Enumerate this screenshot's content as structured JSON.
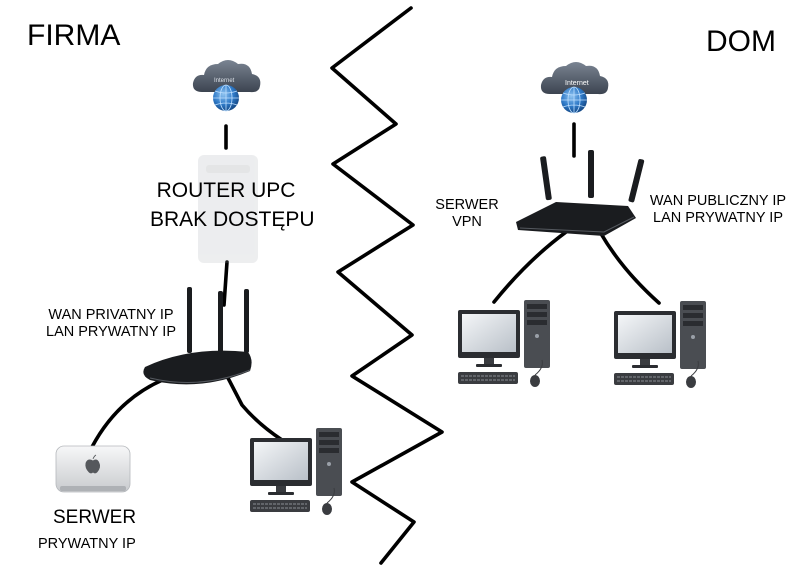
{
  "colors": {
    "line": "#000000",
    "cloud": "#5a6472",
    "globe": "#2f7ac8",
    "router_body": "#1a1c1f",
    "monitor_screen": "#d9dde2",
    "tower": "#4a4d52",
    "mac_body": "#e4e5e7"
  },
  "left": {
    "title": "FIRMA",
    "cloud_text": "Internet",
    "router_upc_line1": "ROUTER UPC",
    "router_upc_line2": "BRAK DOSTĘPU",
    "router_line1": "WAN PRIVATNY IP",
    "router_line2": "LAN PRYWATNY IP",
    "server_label": "SERWER",
    "server_sub": "PRYWATNY IP"
  },
  "right": {
    "title": "DOM",
    "cloud_text": "Internet",
    "vpn_line1": "SERWER",
    "vpn_line2": "VPN",
    "router_line1": "WAN PUBLICZNY IP",
    "router_line2": "LAN PRYWATNY IP"
  },
  "icons": {
    "cloud": "cloud-globe-icon",
    "router": "wifi-router-icon",
    "modem": "cable-modem-icon",
    "mac_mini": "mac-mini-icon",
    "desktop": "desktop-computer-icon"
  }
}
